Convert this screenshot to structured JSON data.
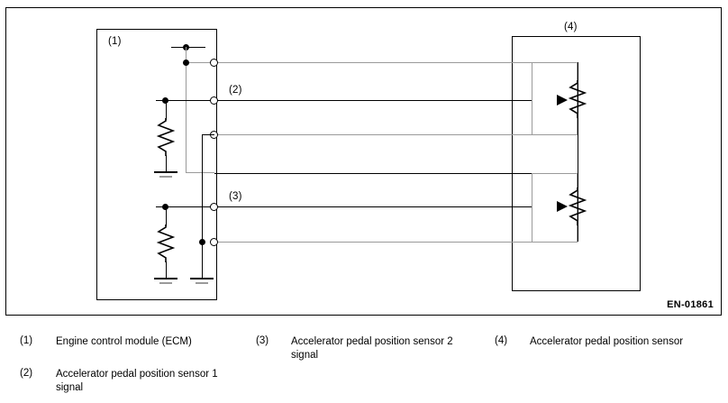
{
  "diagram": {
    "reference_code": "EN-01861",
    "boxes": [
      {
        "id": "ecm",
        "callout": "(1)",
        "name": "Engine control module (ECM)"
      },
      {
        "id": "sensor",
        "callout": "(4)",
        "name": "Accelerator pedal position sensor"
      }
    ],
    "signal_callouts": [
      {
        "id": "sig1",
        "callout": "(2)",
        "name": "Accelerator pedal position sensor 1 signal"
      },
      {
        "id": "sig2",
        "callout": "(3)",
        "name": "Accelerator pedal position sensor 2 signal"
      }
    ],
    "components": {
      "pull_up_resistor_1": "resistor",
      "pull_up_resistor_2": "resistor",
      "ground_1": "ground-symbol",
      "ground_2": "ground-symbol",
      "ground_3": "ground-symbol",
      "potentiometer_1": "variable-resistor",
      "potentiometer_2": "variable-resistor"
    }
  },
  "legend": {
    "items": [
      {
        "num": "(1)",
        "text": "Engine control module (ECM)"
      },
      {
        "num": "(2)",
        "text": "Accelerator pedal position sensor 1 signal"
      },
      {
        "num": "(3)",
        "text": "Accelerator pedal position sensor 2 signal"
      },
      {
        "num": "(4)",
        "text": "Accelerator pedal position sensor"
      }
    ]
  }
}
